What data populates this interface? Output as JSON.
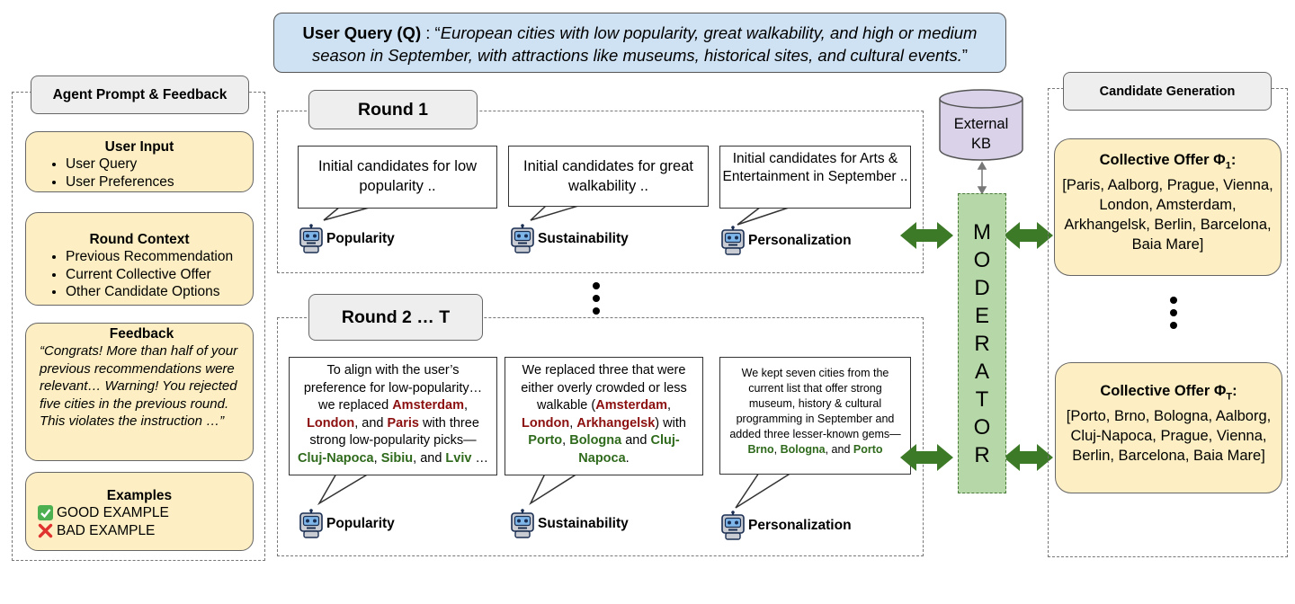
{
  "query": {
    "label": "User Query (Q)",
    "separator": " : “",
    "text_line1": "European cities with low popularity, great walkability, and high or medium",
    "text_line2": "season in September, with attractions like museums, historical sites, and cultural events.",
    "close": "”"
  },
  "left_panel": {
    "title": "Agent Prompt & Feedback",
    "user_input": {
      "title": "User Input",
      "items": [
        "User Query",
        "User Preferences"
      ]
    },
    "round_context": {
      "title": "Round Context",
      "items": [
        "Previous Recommendation",
        "Current Collective Offer",
        "Other Candidate Options"
      ]
    },
    "feedback": {
      "title": "Feedback",
      "text": "“Congrats! More than half of your previous recommendations were relevant… Warning! You rejected five cities in the previous round. This violates the instruction …”"
    },
    "examples": {
      "title": "Examples",
      "good": "GOOD EXAMPLE",
      "bad": "BAD EXAMPLE",
      "good_icon": "check-mark-icon",
      "bad_icon": "cross-mark-icon"
    }
  },
  "round1": {
    "title": "Round 1",
    "bubbles": [
      {
        "text": "Initial candidates for low popularity ..",
        "agent": "Popularity"
      },
      {
        "text": "Initial candidates for great walkability ..",
        "agent": "Sustainability"
      },
      {
        "text": "Initial candidates for Arts & Entertainment in September ..",
        "agent": "Personalization"
      }
    ]
  },
  "round2": {
    "title": "Round 2 … T",
    "bubble1": {
      "p1": "To align with the user’s preference for low-popularity… we replaced ",
      "r1": "Amsterdam",
      "p2": ", ",
      "r2": "London",
      "p3": ", and ",
      "r3": "Paris",
      "p4": " with three strong low-popularity picks—",
      "g1": "Cluj-Napoca",
      "p5": ", ",
      "g2": "Sibiu",
      "p6": ", and ",
      "g3": "Lviv",
      "p7": " …",
      "agent": "Popularity"
    },
    "bubble2": {
      "p1": "We replaced three that were either overly crowded or less walkable (",
      "r1": "Amsterdam",
      "p2": ", ",
      "r2": "London",
      "p3": ", ",
      "r3": "Arkhangelsk",
      "p4": ") with ",
      "g1": "Porto",
      "p5": ", ",
      "g2": "Bologna",
      "p6": " and ",
      "g3": "Cluj-Napoca",
      "p7": ".",
      "agent": "Sustainability"
    },
    "bubble3": {
      "p1": "We kept seven cities from the current list that offer strong museum, history & cultural programming in September and added three lesser-known gems—",
      "g1": "Brno",
      "p2": ", ",
      "g2": "Bologna",
      "p3": ", and ",
      "g3": "Porto",
      "agent": "Personalization"
    }
  },
  "kb": {
    "line1": "External",
    "line2": "KB"
  },
  "moderator": {
    "letters": [
      "M",
      "O",
      "D",
      "E",
      "R",
      "A",
      "T",
      "O",
      "R"
    ]
  },
  "right_panel": {
    "title": "Candidate Generation",
    "offer1": {
      "title": "Collective Offer Φ",
      "sub": "1",
      "colon": ":",
      "text": "[Paris, Aalborg, Prague, Vienna, London, Amsterdam, Arkhangelsk, Berlin, Barcelona, Baia Mare]"
    },
    "offerT": {
      "title": "Collective Offer Φ",
      "sub": "T",
      "colon": ":",
      "text": "[Porto, Brno, Bologna, Aalborg, Cluj-Napoca, Prague, Vienna, Berlin, Barcelona, Baia Mare]"
    }
  },
  "colors": {
    "query_bg": "#cfe2f3",
    "box_bg": "#fdefc3",
    "moderator_bg": "#b6d7a8",
    "arrow": "#3d7a27",
    "kb": "#d9d2e9",
    "removed": "#8b0f0f",
    "added": "#2f6a1c"
  }
}
